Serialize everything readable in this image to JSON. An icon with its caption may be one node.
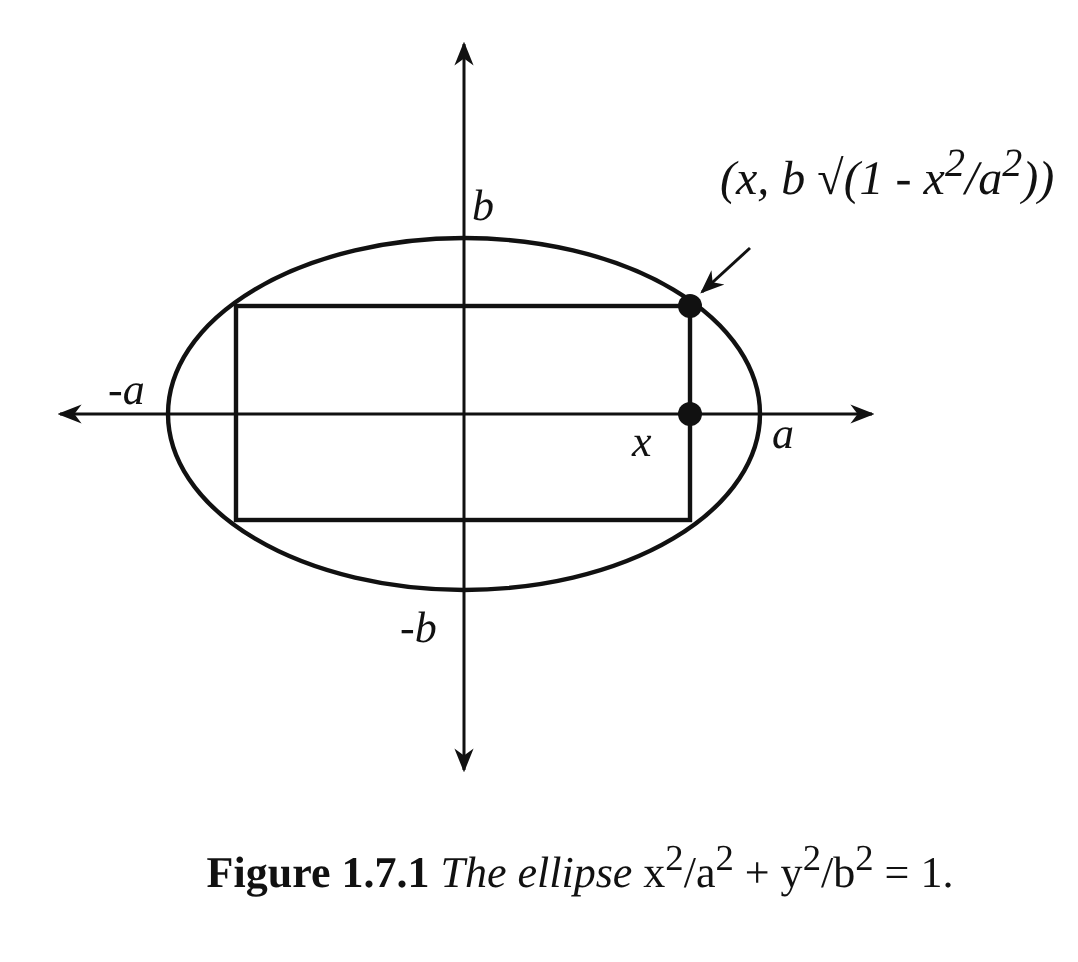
{
  "diagram": {
    "caption": "**Figure 1.7.1** *The ellipse* x$^{2}$/a$^{2}$ + y$^{2}$/b$^{2}$ = 1.",
    "nodes": [
      {
        "text": [
          "(x, b √(1 - x$^{2}$/a$^{2}$))"
        ]
      },
      {
        "text": [],
        "shape": "circle"
      },
      {
        "text": [],
        "shape": "circle"
      }
    ],
    "edges": [
      {
        "from": 0,
        "to": 1,
        "arrow": "to"
      }
    ],
    "labels": [
      "b",
      "-a",
      "a",
      "x",
      "-b"
    ]
  }
}
